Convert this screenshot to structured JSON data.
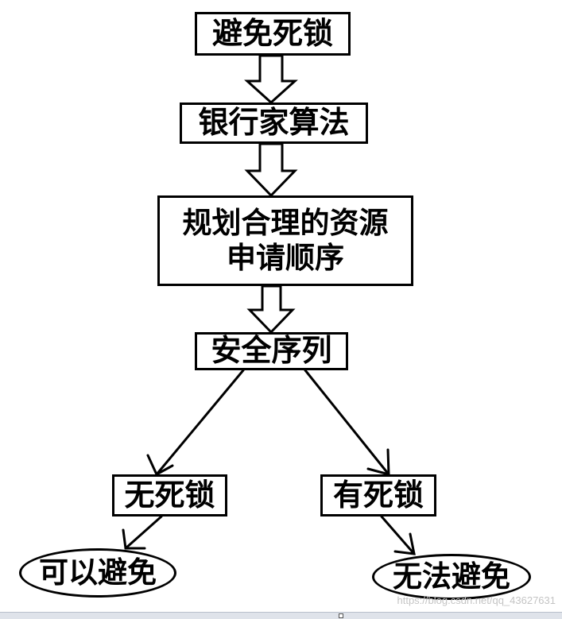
{
  "nodes": {
    "avoid_deadlock": "避免死锁",
    "bankers_algorithm": "银行家算法",
    "resource_order_line1": "规划合理的资源",
    "resource_order_line2": "申请顺序",
    "safe_sequence": "安全序列",
    "no_deadlock": "无死锁",
    "has_deadlock": "有死锁",
    "can_avoid": "可以避免",
    "cannot_avoid": "无法避免"
  },
  "watermark": "https://blog.csdn.net/qq_43627631",
  "colors": {
    "stroke": "#000000",
    "background": "#ffffff",
    "watermark": "#c4c4c4"
  }
}
